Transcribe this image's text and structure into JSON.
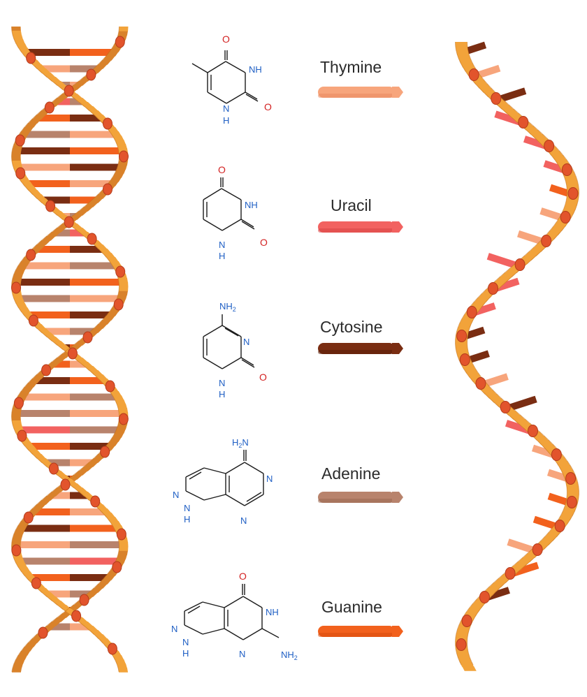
{
  "colors": {
    "backbone": "#f2a33a",
    "backbone_shade": "#d9822a",
    "backbone_dark": "#c06b17",
    "phosphate": "#e2542c",
    "phosphate_edge": "#b33b1b",
    "oxygen": "#d32222",
    "nitrogen": "#1f5fc4",
    "bond": "#1b1b1b"
  },
  "bases": [
    {
      "key": "thymine",
      "name": "Thymine",
      "color": "#f7a57c",
      "dark": "#e98a60",
      "atoms": {
        "o_top": "O",
        "nh_right": "NH",
        "o_right": "O",
        "nh_bottom": "N",
        "h_bottom": "H"
      }
    },
    {
      "key": "uracil",
      "name": "Uracil",
      "color": "#f26260",
      "dark": "#d84646",
      "atoms": {
        "o_top": "O",
        "nh_right": "NH",
        "o_right": "O",
        "nh_bottom": "N",
        "h_bottom": "H"
      }
    },
    {
      "key": "cytosine",
      "name": "Cytosine",
      "color": "#7a2d12",
      "dark": "#5a1e08",
      "atoms": {
        "nh2_top": "NH",
        "nh2_sub": "2",
        "n_right": "N",
        "o_right": "O",
        "nh_bottom": "N",
        "h_bottom": "H"
      }
    },
    {
      "key": "adenine",
      "name": "Adenine",
      "color": "#b8836c",
      "dark": "#9a6a54",
      "atoms": {
        "h2n_top": "H",
        "h2n_sub": "2",
        "h2n_n": "N",
        "n_topright": "N",
        "n_left": "N",
        "nh_left": "N",
        "h_left": "H",
        "n_bottom": "N"
      }
    },
    {
      "key": "guanine",
      "name": "Guanine",
      "color": "#f2611d",
      "dark": "#d94c0c",
      "atoms": {
        "o_top": "O",
        "nh_right": "NH",
        "n_left": "N",
        "nh_left": "N",
        "h_left": "H",
        "n_bottom": "N",
        "nh2_right": "NH",
        "nh2_sub": "2"
      }
    }
  ]
}
